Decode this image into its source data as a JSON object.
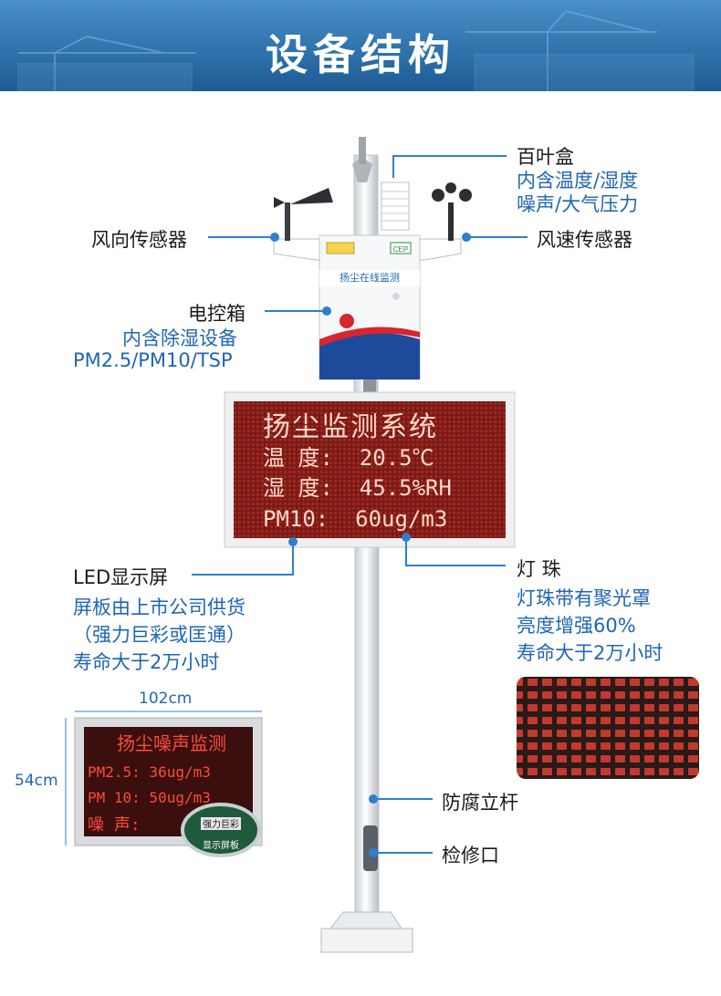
{
  "banner": {
    "title": "设备结构"
  },
  "labels": {
    "louver_box": {
      "title": "百叶盒",
      "line1": "内含温度/湿度",
      "line2": "噪声/大气压力"
    },
    "wind_direction": "风向传感器",
    "wind_speed": "风速传感器",
    "control_box": {
      "title": "电控箱",
      "line1": "内含除湿设备",
      "line2": "PM2.5/PM10/TSP"
    },
    "led_screen": {
      "title": "LED显示屏",
      "line1": "屏板由上市公司供货",
      "line2": "（强力巨彩或匡通）",
      "line3": "寿命大于2万小时"
    },
    "lamp_beads": {
      "title": "灯 珠",
      "line1": "灯珠带有聚光罩",
      "line2": "亮度增强60%",
      "line3": "寿命大于2万小时"
    },
    "pole": "防腐立杆",
    "access_port": "检修口"
  },
  "control_box_panel": {
    "title": "扬尘在线监测",
    "badge": "CEP"
  },
  "led_display": {
    "row1": "扬尘监测系统",
    "row2": "温 度:  20.5℃",
    "row3": "湿 度:  45.5%RH",
    "row4": "PM10:  60ug/m3"
  },
  "sample_screen": {
    "width_label": "102cm",
    "height_label": "54cm",
    "row1": "扬尘噪声监测",
    "row2": "PM2.5: 36ug/m3",
    "row3": "PM 10: 50ug/m3",
    "row4": "噪 声:",
    "chip_text": "强力巨彩",
    "chip_caption": "显示屏板"
  },
  "colors": {
    "accent": "#2e7fd0",
    "label_blue": "#1f66b3",
    "led_red": "#8b1f1a",
    "banner": "#2f73ad"
  }
}
